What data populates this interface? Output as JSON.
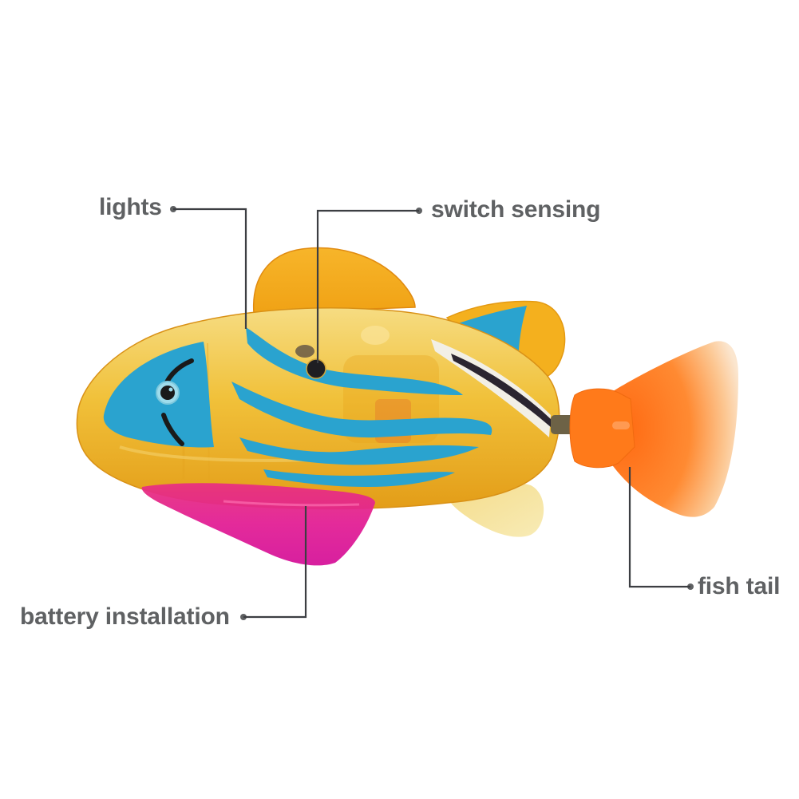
{
  "image": {
    "subject": "robotic fish toy",
    "background_color": "#ffffff"
  },
  "callouts": [
    {
      "id": "lights",
      "text": "lights"
    },
    {
      "id": "switch",
      "text": "switch sensing"
    },
    {
      "id": "battery",
      "text": "battery installation"
    },
    {
      "id": "tail",
      "text": "fish tail"
    }
  ],
  "colors": {
    "label_text": "#5f6163",
    "leader_line": "#3c3e42",
    "body_yellow": "#f2c23a",
    "body_amber": "#e9a31c",
    "dorsal_fin": "#f5a91b",
    "stripe_blue": "#2aa3cf",
    "belly_magenta": "#e0208f",
    "tail_orange": "#ff7a1a",
    "tail_pale": "#fbe3c6",
    "eye_black": "#1a1a1a"
  }
}
